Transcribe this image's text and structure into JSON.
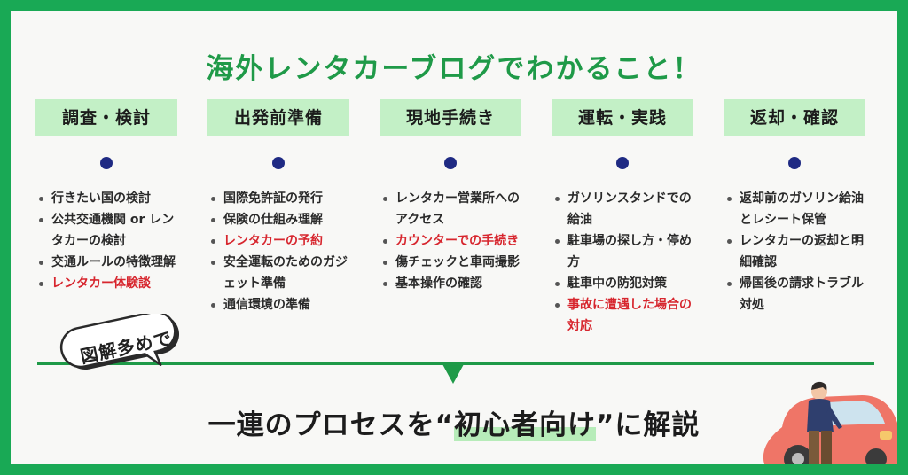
{
  "title": "海外レンタカーブログでわかること！",
  "columns": [
    {
      "heading": "調査・検討",
      "items": [
        {
          "text": "行きたい国の検討",
          "hl": false
        },
        {
          "text": "公共交通機関 or レンタカーの検討",
          "hl": false
        },
        {
          "text": "交通ルールの特徴理解",
          "hl": false
        },
        {
          "text": "レンタカー体験談",
          "hl": true
        }
      ]
    },
    {
      "heading": "出発前準備",
      "items": [
        {
          "text": "国際免許証の発行",
          "hl": false
        },
        {
          "text": "保険の仕組み理解",
          "hl": false
        },
        {
          "text": "レンタカーの予約",
          "hl": true
        },
        {
          "text": "安全運転のためのガジェット準備",
          "hl": false
        },
        {
          "text": "通信環境の準備",
          "hl": false
        }
      ]
    },
    {
      "heading": "現地手続き",
      "items": [
        {
          "text": "レンタカー営業所へのアクセス",
          "hl": false
        },
        {
          "text": "カウンターでの手続き",
          "hl": true
        },
        {
          "text": "傷チェックと車両撮影",
          "hl": false
        },
        {
          "text": "基本操作の確認",
          "hl": false
        }
      ]
    },
    {
      "heading": "運転・実践",
      "items": [
        {
          "text": "ガソリンスタンドでの給油",
          "hl": false
        },
        {
          "text": "駐車場の探し方・停め方",
          "hl": false
        },
        {
          "text": "駐車中の防犯対策",
          "hl": false
        },
        {
          "text": "事故に遭遇した場合の対応",
          "hl": true
        }
      ]
    },
    {
      "heading": "返却・確認",
      "items": [
        {
          "text": "返却前のガソリン給油とレシート保管",
          "hl": false
        },
        {
          "text": "レンタカーの返却と明細確認",
          "hl": false
        },
        {
          "text": "帰国後の請求トラブル対処",
          "hl": false
        }
      ]
    }
  ],
  "bubble": "図解多めで",
  "tagline": {
    "before": "一連のプロセスを",
    "quote_open": "“",
    "mark": "初心者向け",
    "quote_close": "”",
    "after": "に解説"
  },
  "colors": {
    "frame": "#19a955",
    "title": "#1f9a48",
    "heading_bg": "#c3f0c6",
    "dot": "#1f2a83",
    "highlight": "#d7262e"
  },
  "icons": [
    "timeline-dot-icon",
    "down-arrow-icon",
    "speech-bubble-icon",
    "person-with-car-illustration"
  ]
}
